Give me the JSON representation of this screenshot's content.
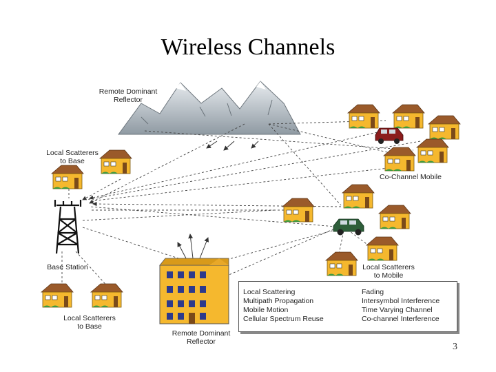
{
  "slide": {
    "title": "Wireless Channels",
    "page_number": "3"
  },
  "diagram": {
    "labels": {
      "remote_dominant_reflector_top": [
        "Remote Dominant",
        "Reflector"
      ],
      "local_scatterers_base_top": [
        "Local Scatterers",
        "to Base"
      ],
      "co_channel_mobile": "Co-Channel Mobile",
      "base_station": "Base Station",
      "local_scatterers_mobile": [
        "Local Scatterers",
        "to Mobile"
      ],
      "local_scatterers_base_bottom": [
        "Local Scatterers",
        "to Base"
      ],
      "remote_dominant_reflector_bottom": [
        "Remote Dominant",
        "Reflector"
      ]
    },
    "legend": {
      "causes": [
        "Local Scattering",
        "Multipath Propagation",
        "Mobile Motion",
        "Cellular Spectrum Reuse"
      ],
      "effects": [
        "Fading",
        "Intersymbol Interference",
        "Time Varying Channel",
        "Co-channel Interference"
      ]
    },
    "colors": {
      "house_wall": "#f5b82e",
      "house_roof": "#9a5a2a",
      "building": "#f5b82e",
      "car_red": "#8b1c1c",
      "car_green": "#2e5e3a",
      "mountain": "#b8c0c8",
      "tower": "#111111"
    }
  }
}
